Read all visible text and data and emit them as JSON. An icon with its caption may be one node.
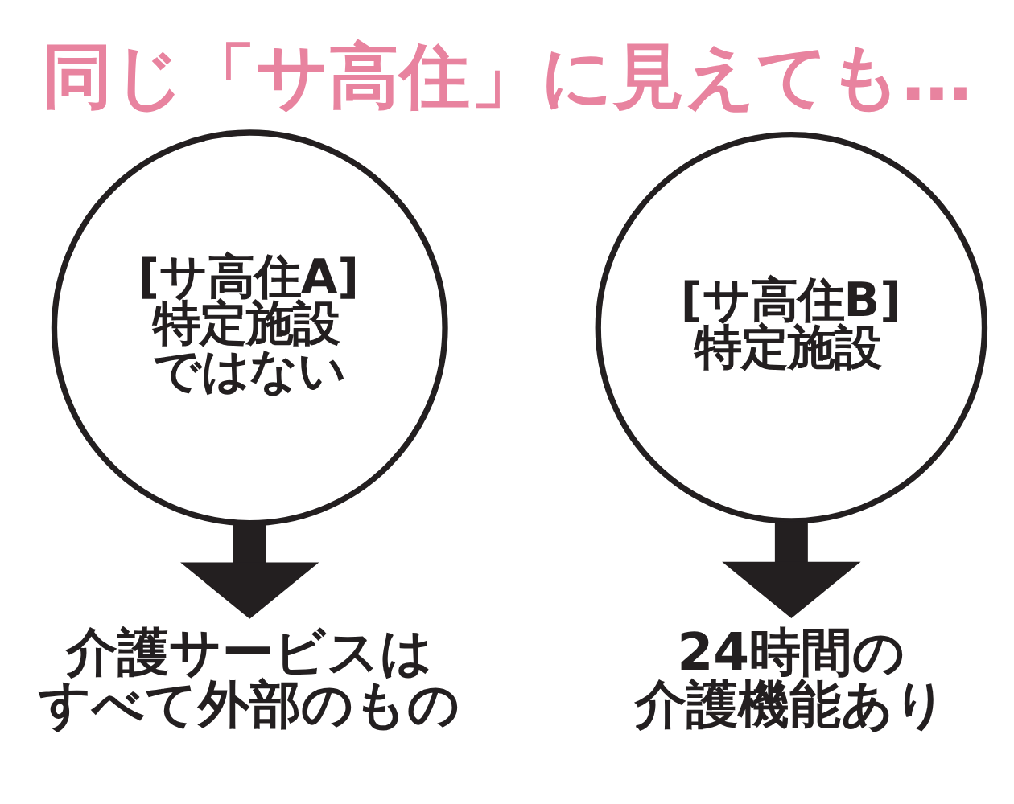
{
  "diagram": {
    "title": "同じ「サ高住」に見えても…",
    "nodes": [
      {
        "text": [
          "[サ高住A]",
          "特定施設ではない"
        ]
      },
      {
        "text": [
          "[サ高住B]",
          "特定施設"
        ]
      },
      {
        "text": [
          "介護サービスはすべて外部のもの"
        ]
      },
      {
        "text": [
          "24時間の介護機能あり"
        ]
      }
    ],
    "edges": [
      {
        "from": 0,
        "to": 2,
        "arrow": "to"
      },
      {
        "from": 1,
        "to": 3,
        "arrow": "to"
      }
    ]
  }
}
